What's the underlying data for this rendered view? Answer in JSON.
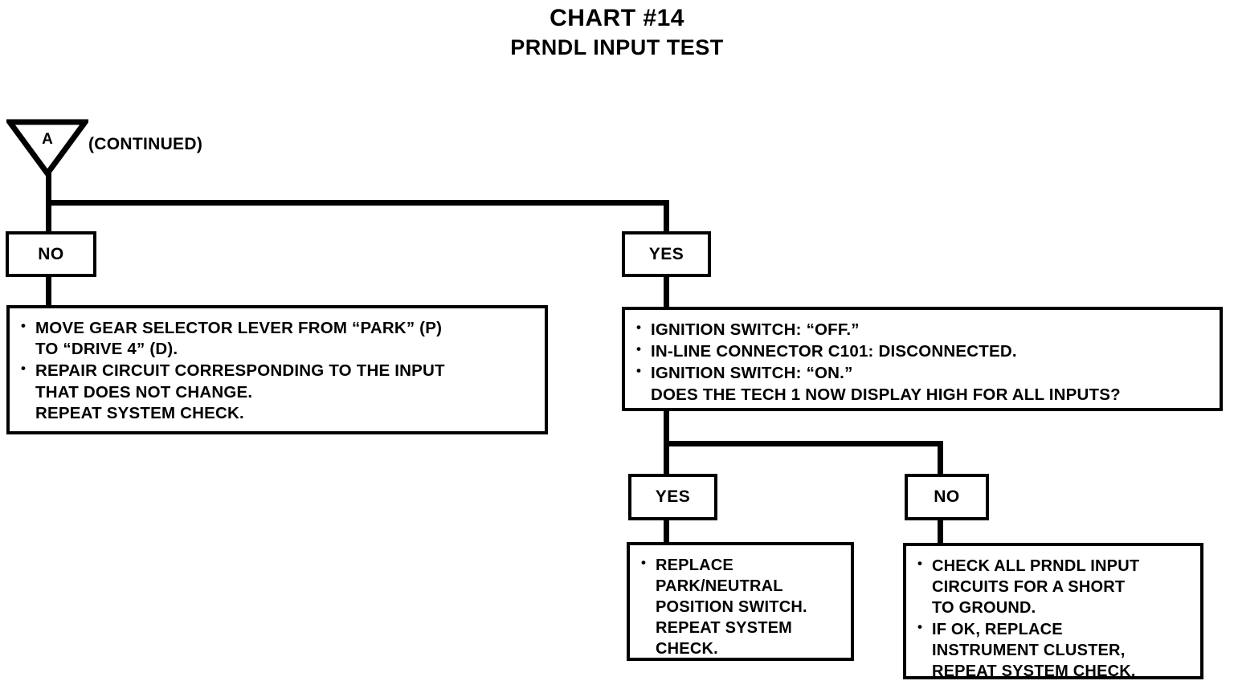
{
  "header": {
    "title": "CHART #14",
    "subtitle": "PRNDL INPUT TEST"
  },
  "connector": {
    "letter": "A",
    "continued_label": "(CONTINUED)",
    "icon": "inverted-triangle-connector"
  },
  "branch_1": {
    "no_label": "NO",
    "yes_label": "YES"
  },
  "branch_2": {
    "yes_label": "YES",
    "no_label": "NO"
  },
  "boxes": {
    "no_action": {
      "items": [
        "MOVE GEAR SELECTOR LEVER FROM “PARK” (P)\nTO “DRIVE 4” (D).",
        "REPAIR CIRCUIT CORRESPONDING TO THE INPUT\nTHAT DOES NOT CHANGE.\nREPEAT SYSTEM CHECK."
      ]
    },
    "yes_test": {
      "items": [
        "IGNITION SWITCH: “OFF.”",
        "IN-LINE CONNECTOR C101: DISCONNECTED.",
        "IGNITION SWITCH: “ON.”\nDOES THE TECH 1 NOW DISPLAY HIGH FOR ALL INPUTS?"
      ]
    },
    "yes_result": {
      "items": [
        "REPLACE\nPARK/NEUTRAL\nPOSITION SWITCH.\nREPEAT SYSTEM\nCHECK."
      ]
    },
    "no_result": {
      "items": [
        "CHECK ALL PRNDL INPUT\nCIRCUITS FOR A SHORT\nTO GROUND.",
        "IF OK, REPLACE\nINSTRUMENT CLUSTER,\nREPEAT SYSTEM CHECK."
      ]
    }
  },
  "colors": {
    "ink": "#000000",
    "paper": "#ffffff"
  }
}
